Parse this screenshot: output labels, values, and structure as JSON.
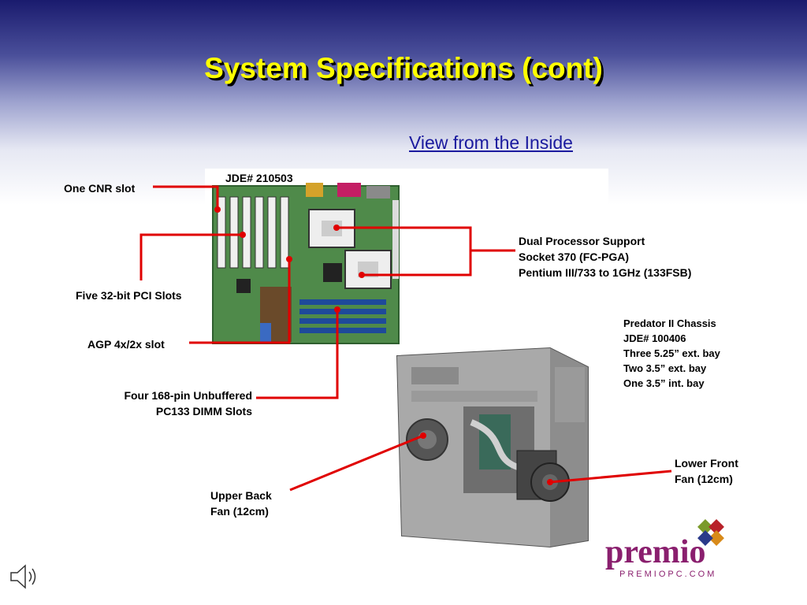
{
  "slide": {
    "title": "System Specifications (cont)",
    "subtitle": "View from the Inside"
  },
  "motherboard": {
    "model_label": "JDE# 210503",
    "callouts": {
      "cnr": "One CNR slot",
      "pci": "Five 32-bit PCI Slots",
      "agp": "AGP 4x/2x slot",
      "dimm_line1": "Four 168-pin Unbuffered",
      "dimm_line2": "PC133 DIMM Slots",
      "cpu_line1": "Dual Processor Support",
      "cpu_line2": "Socket 370 (FC-PGA)",
      "cpu_line3": "Pentium III/733 to 1GHz (133FSB)"
    }
  },
  "chassis": {
    "line1": "Predator II Chassis",
    "line2": "JDE# 100406",
    "line3": "Three 5.25” ext. bay",
    "line4": "Two 3.5” ext. bay",
    "line5": "One 3.5” int. bay",
    "upper_back_line1": "Upper Back",
    "upper_back_line2": "Fan (12cm)",
    "lower_front_line1": "Lower Front",
    "lower_front_line2": "Fan (12cm)"
  },
  "logo": {
    "brand": "premio",
    "url_text": "PREMIOPC.COM",
    "colors": {
      "brand": "#8a1f6e",
      "diamond_green": "#7a9a2a",
      "diamond_red": "#b8222a",
      "diamond_blue": "#2a3a8a",
      "diamond_orange": "#d88a1a"
    }
  },
  "colors": {
    "title": "#ffff00",
    "subtitle": "#1a1a9e",
    "leader": "#e00000"
  },
  "icons": {
    "speaker": "speaker-icon"
  }
}
